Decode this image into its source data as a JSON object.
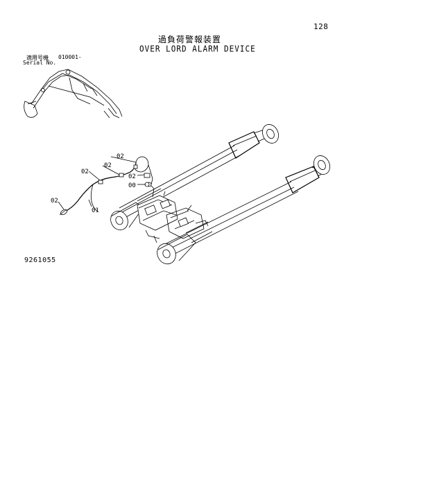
{
  "page": {
    "page_number": "128",
    "title_jp": "過負荷警報装置",
    "title_en": "OVER LORD ALARM DEVICE",
    "serial_label_jp": "適用号機",
    "serial_range": "010001-",
    "serial_label_en": "Serial No.",
    "drawing_number": "9261055"
  },
  "callouts": {
    "c1": "02",
    "c2": "02",
    "c3": "02",
    "c4": "02",
    "c5": "00",
    "c6": "02",
    "c7": "01"
  }
}
